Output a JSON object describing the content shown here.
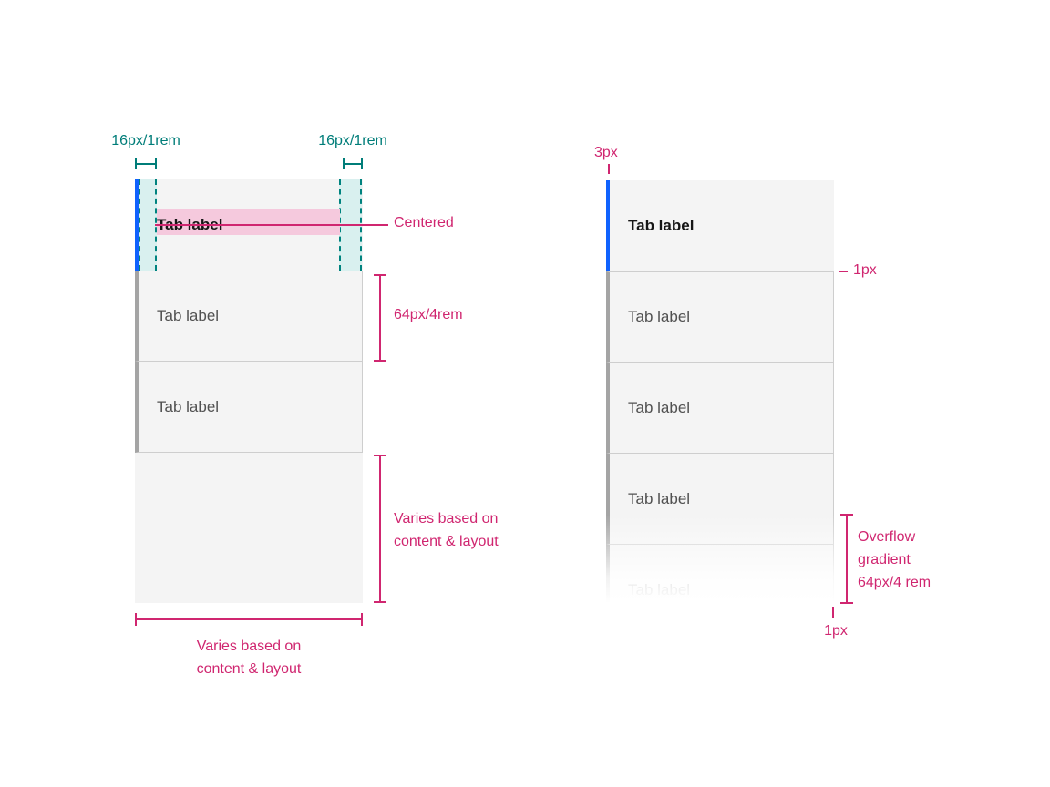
{
  "colors": {
    "accent_blue": "#0f62fe",
    "annotation_pink": "#d02670",
    "annotation_teal": "#007d79",
    "tab_background": "#f4f4f4",
    "highlight_pink": "#f5c9dd",
    "highlight_teal": "#d9f0ef",
    "unselected_edge_gray": "#a4a4a4"
  },
  "left_diagram": {
    "padding_left_label": "16px/1rem",
    "padding_right_label": "16px/1rem",
    "selected_tab_label": "Tab label",
    "centered_label": "Centered",
    "tabs": [
      "Tab label",
      "Tab label"
    ],
    "height_label": "64px/4rem",
    "content_height_lines": [
      "Varies based on",
      "content & layout"
    ],
    "width_lines": [
      "Varies based on",
      "content & layout"
    ]
  },
  "right_diagram": {
    "selected_border_label": "3px",
    "selected_tab_label": "Tab label",
    "tabs": [
      "Tab label",
      "Tab label",
      "Tab label"
    ],
    "overflow_tab_label": "Tab label",
    "divider_label": "1px",
    "overflow_lines": [
      "Overflow",
      "gradient",
      "64px/4 rem"
    ],
    "bottom_divider_label": "1px"
  }
}
